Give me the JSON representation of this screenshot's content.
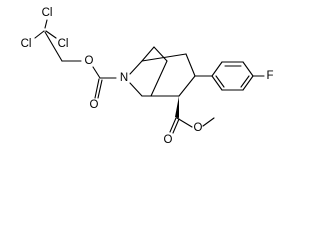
{
  "molecule": {
    "atoms": {
      "cl_top": "Cl",
      "cl_left": "Cl",
      "cl_right": "Cl",
      "ester_oxygen_carbamate": "O",
      "carbonyl_oxygen_carbamate": "O",
      "bridge_nitrogen": "N",
      "fluorine": "F",
      "carbonyl_oxygen_methyl_ester": "O",
      "ester_oxygen_methyl_ester": "O"
    }
  }
}
